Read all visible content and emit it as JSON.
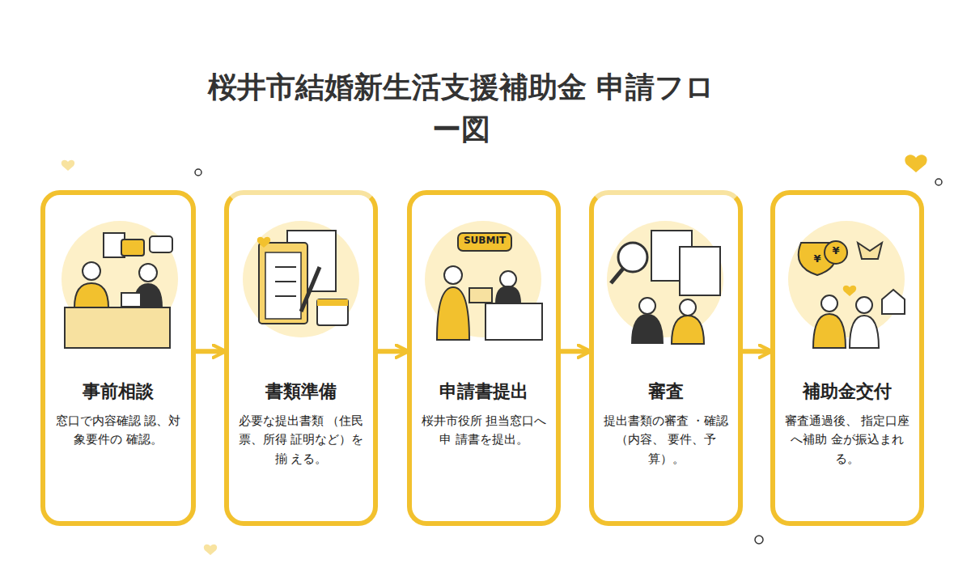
{
  "diagram": {
    "title": "桜井市結婚新生活支援補助金 申請フロー図",
    "nodes": [
      {
        "text": [
          "事前相談",
          "窓口で内容確認 認、対象要件の 確認。"
        ]
      },
      {
        "text": [
          "書類準備",
          "必要な提出書類 （住民票、所得 証明など）を揃 える。"
        ]
      },
      {
        "text": [
          "申請書提出",
          "桜井市役所 担当窓口へ申 請書を提出。"
        ]
      },
      {
        "text": [
          "審査",
          "提出書類の審査 ・確認（内容、 要件、予算）。"
        ]
      },
      {
        "text": [
          "補助金交付",
          "審査通過後、 指定口座へ補助 金が振込まれ る。"
        ]
      }
    ],
    "edges": [
      {
        "from": 0,
        "to": 1,
        "arrow": "to"
      },
      {
        "from": 1,
        "to": 2,
        "arrow": "to"
      },
      {
        "from": 2,
        "to": 3,
        "arrow": "to"
      },
      {
        "from": 3,
        "to": 4,
        "arrow": "to"
      }
    ],
    "labels": [
      "SUBMIT",
      "¥",
      "¥"
    ]
  }
}
